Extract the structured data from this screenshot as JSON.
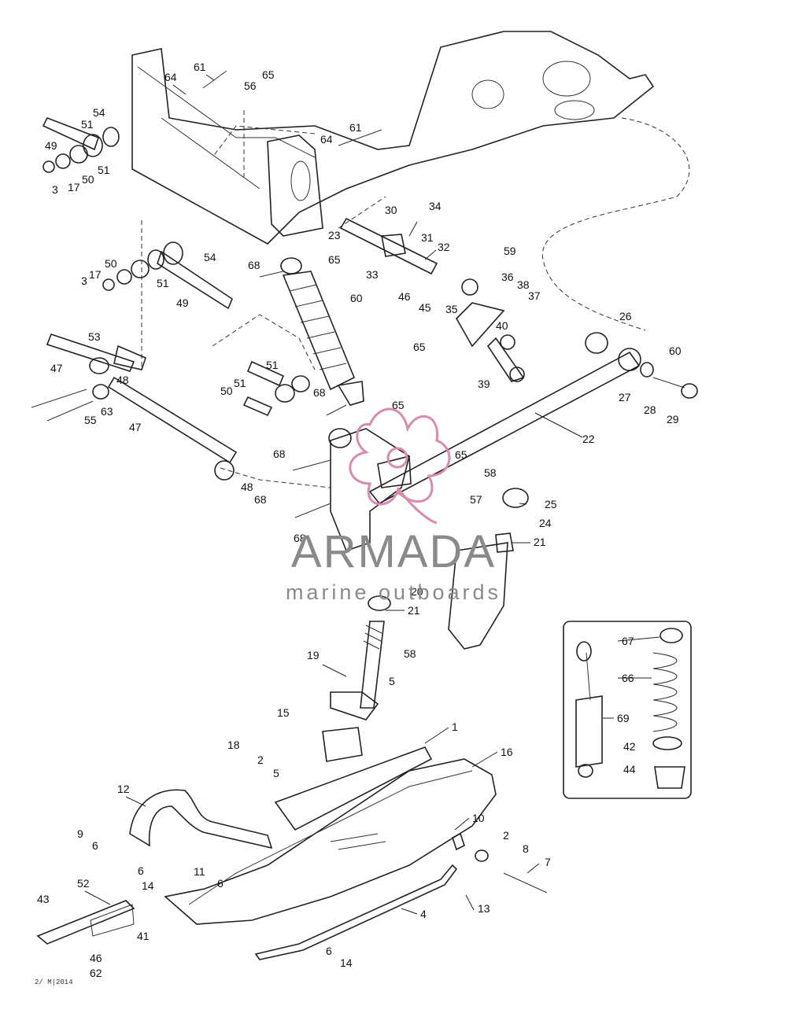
{
  "watermark": {
    "name": "ARMADA",
    "subtitle": "marine outboards",
    "accent": "#d88ab0",
    "text_color": "#8a8a8a"
  },
  "drawing_code": "2/ M|2014",
  "callouts": [
    "61",
    "64",
    "56",
    "65",
    "54",
    "51",
    "49",
    "51",
    "3",
    "17",
    "50",
    "61",
    "64",
    "30",
    "34",
    "23",
    "31",
    "32",
    "68",
    "65",
    "59",
    "33",
    "46",
    "45",
    "60",
    "35",
    "36",
    "38",
    "37",
    "50",
    "17",
    "3",
    "51",
    "54",
    "49",
    "53",
    "47",
    "48",
    "55",
    "63",
    "51",
    "40",
    "26",
    "65",
    "60",
    "39",
    "27",
    "28",
    "29",
    "51",
    "50",
    "68",
    "65",
    "47",
    "48",
    "22",
    "68",
    "65",
    "58",
    "57",
    "25",
    "24",
    "68",
    "21",
    "68",
    "20",
    "21",
    "19",
    "58",
    "5",
    "67",
    "66",
    "15",
    "1",
    "16",
    "69",
    "18",
    "2",
    "5",
    "12",
    "42",
    "44",
    "10",
    "9",
    "6",
    "2",
    "6",
    "14",
    "11",
    "6",
    "8",
    "7",
    "52",
    "13",
    "43",
    "41",
    "4",
    "46",
    "62",
    "6",
    "14"
  ]
}
